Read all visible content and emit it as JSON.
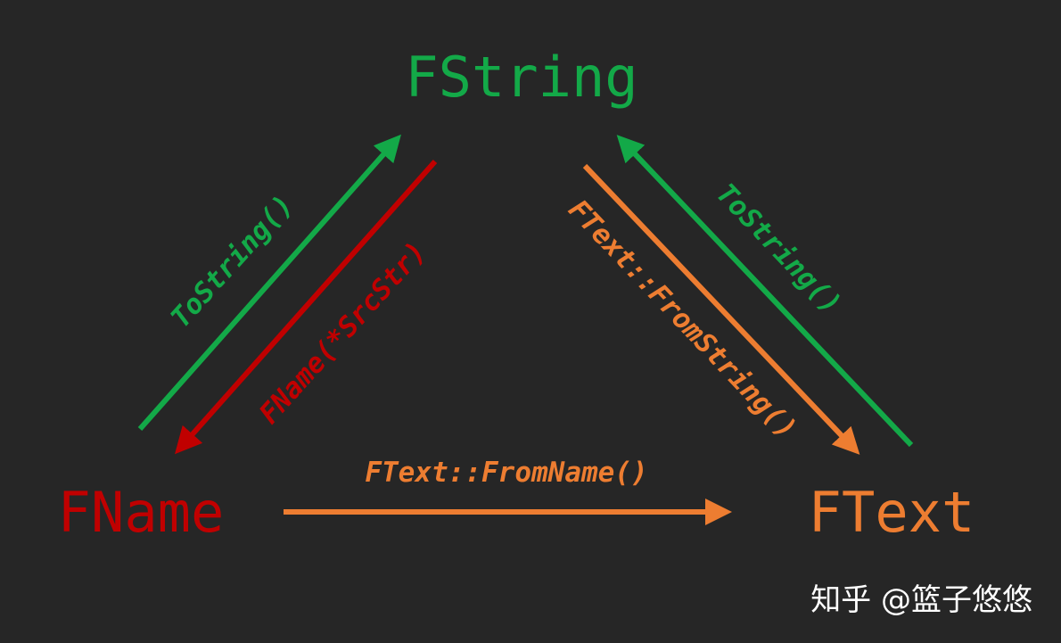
{
  "colors": {
    "background": "#262626",
    "fstring": "#13a948",
    "fname": "#c00000",
    "ftext": "#ed7d31",
    "watermark": "#ffffff"
  },
  "nodes": {
    "fstring": {
      "label": "FString"
    },
    "fname": {
      "label": "FName"
    },
    "ftext": {
      "label": "FText"
    }
  },
  "edges": {
    "fname_to_fstring": {
      "label": "ToString()"
    },
    "fstring_to_fname": {
      "label": "FName(*SrcStr)"
    },
    "fstring_to_ftext": {
      "label": "FText::FromString()"
    },
    "ftext_to_fstring": {
      "label": "ToString()"
    },
    "fname_to_ftext": {
      "label": "FText::FromName()"
    }
  },
  "watermark": {
    "text": "知乎 @篮子悠悠"
  }
}
